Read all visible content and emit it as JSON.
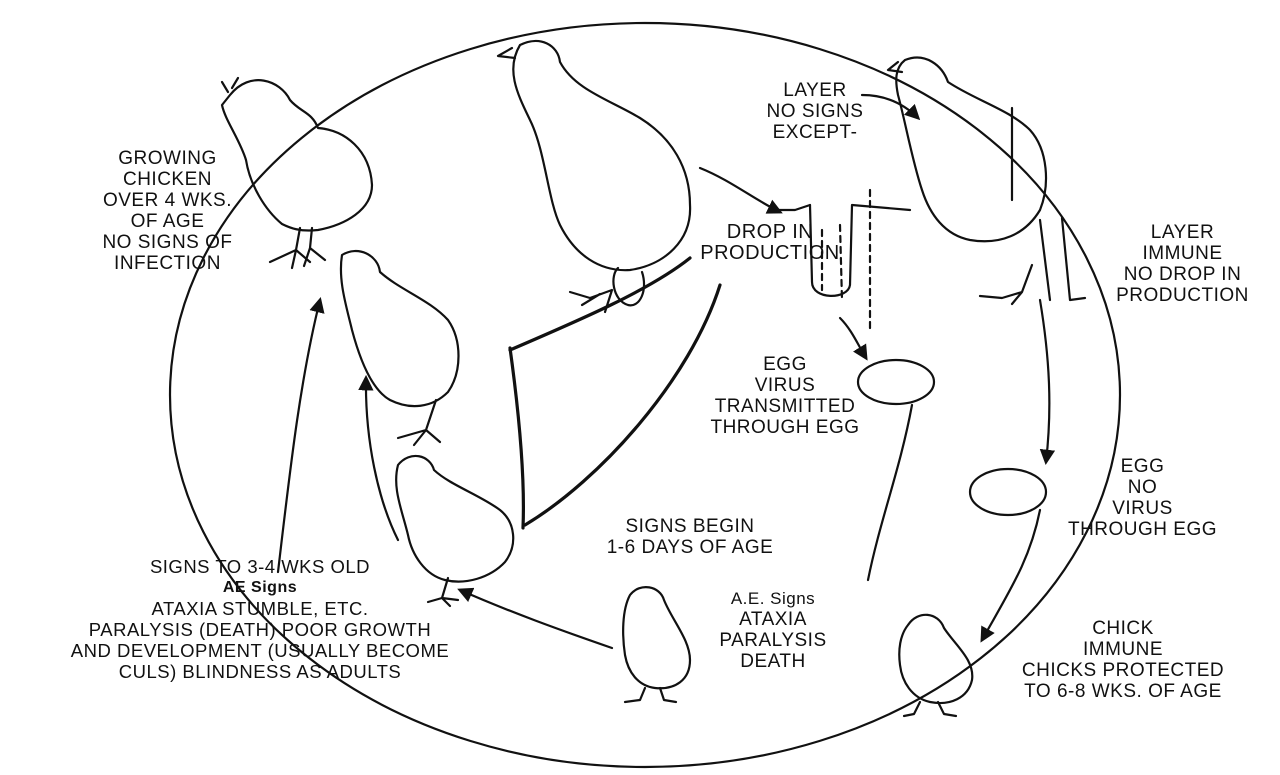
{
  "labels": {
    "growing_chicken": [
      "GROWING",
      "CHICKEN",
      "OVER 4 WKS.",
      "OF AGE",
      "NO SIGNS OF",
      "INFECTION"
    ],
    "layer_no_signs": [
      "LAYER",
      "NO SIGNS",
      "EXCEPT-"
    ],
    "drop_in_production": [
      "DROP IN",
      "PRODUCTION"
    ],
    "layer_immune": [
      "LAYER",
      "IMMUNE",
      "NO DROP IN",
      "PRODUCTION"
    ],
    "egg_virus": [
      "EGG",
      "VIRUS",
      "TRANSMITTED",
      "THROUGH EGG"
    ],
    "egg_no_virus": [
      "EGG",
      "NO",
      "VIRUS",
      "THROUGH EGG"
    ],
    "signs_begin": [
      "SIGNS BEGIN",
      "1-6 DAYS OF AGE"
    ],
    "ae_signs_chick": [
      "A.E. Signs",
      "ATAXIA",
      "PARALYSIS",
      "DEATH"
    ],
    "signs_to_old": [
      "SIGNS TO 3-4 WKS OLD",
      "AE Signs",
      "ATAXIA STUMBLE, ETC.",
      "PARALYSIS (DEATH) POOR GROWTH",
      "AND DEVELOPMENT (USUALLY BECOME",
      "CULS) BLINDNESS AS ADULTS"
    ],
    "chick_immune": [
      "CHICK",
      "IMMUNE",
      "CHICKS PROTECTED",
      "TO 6-8 WKS. OF AGE"
    ]
  }
}
